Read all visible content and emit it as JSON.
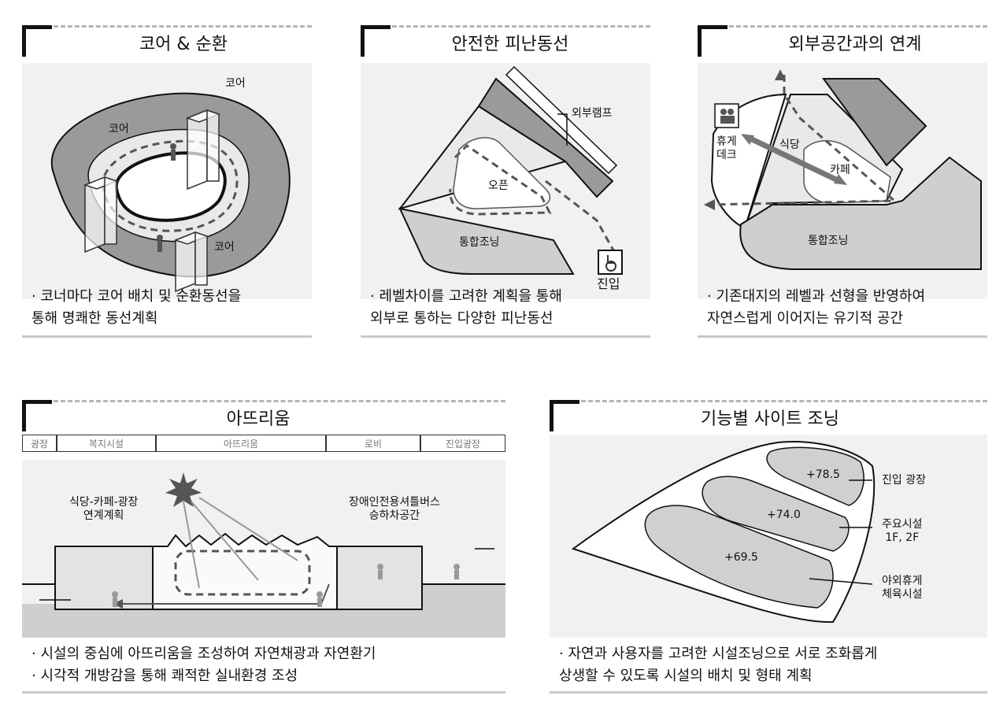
{
  "panels": [
    {
      "title": "코어 & 순환",
      "captions": [
        "· 코너마다 코어 배치 및 순환동선을",
        "  통해 명쾌한 동선계획"
      ],
      "labels": [
        "코어",
        "코어",
        "코어"
      ]
    },
    {
      "title": "안전한 피난동선",
      "captions": [
        "· 레벨차이를 고려한 계획을 통해",
        "  외부로 통하는 다양한 피난동선"
      ],
      "labels": [
        "외부램프",
        "오픈",
        "통합조닝",
        "진입"
      ]
    },
    {
      "title": "외부공간과의 연계",
      "captions": [
        "· 기존대지의 레벨과 선형을 반영하여",
        "  자연스럽게 이어지는 유기적 공간"
      ],
      "labels": [
        "휴게\n데크",
        "식당",
        "카페",
        "통합조닝"
      ]
    },
    {
      "title": "아뜨리움",
      "captions": [
        "· 시설의 중심에 아뜨리움을 조성하여 자연채광과 자연환기",
        "· 시각적 개방감을 통해 쾌적한 실내환경 조성"
      ],
      "band": [
        "광장",
        "복지시설",
        "아뜨리움",
        "로비",
        "진입광장"
      ],
      "labels": [
        "식당-카페-광장\n연계계획",
        "장애인전용셔틀버스\n승하차공간"
      ]
    },
    {
      "title": "기능별 사이트 조닝",
      "captions": [
        "· 자연과 사용자를 고려한 시설조닝으로 서로 조화롭게",
        "  상생할 수 있도록 시설의 배치 및 형태 계획"
      ],
      "levels": [
        "+78.5",
        "+74.0",
        "+69.5"
      ],
      "labels": [
        "진입 광장",
        "주요시설\n1F, 2F",
        "야외휴게\n체육시설"
      ]
    }
  ],
  "colors": {
    "panel_bg": "#f1f1f1",
    "zone_fill": "#cfcfcf",
    "ink": "#111111",
    "dash_rule": "#b5b5b5"
  },
  "icons": [
    "sun-icon",
    "wheelchair-icon",
    "people-icon",
    "arrow-icon"
  ]
}
